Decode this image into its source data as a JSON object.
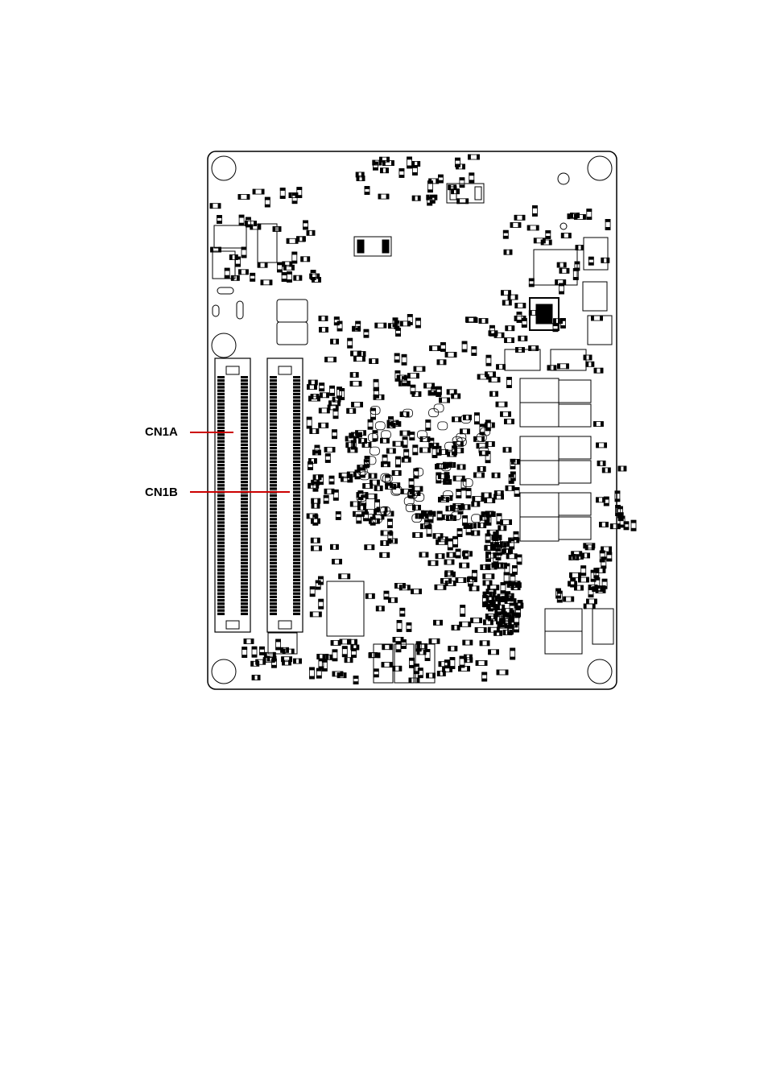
{
  "callouts": [
    {
      "id": "cn1a",
      "label": "CN1A"
    },
    {
      "id": "cn1b",
      "label": "CN1B"
    }
  ],
  "colors": {
    "outline": "#000000",
    "background": "#ffffff",
    "callout_line": "#cc0000",
    "callout_text": "#000000"
  }
}
